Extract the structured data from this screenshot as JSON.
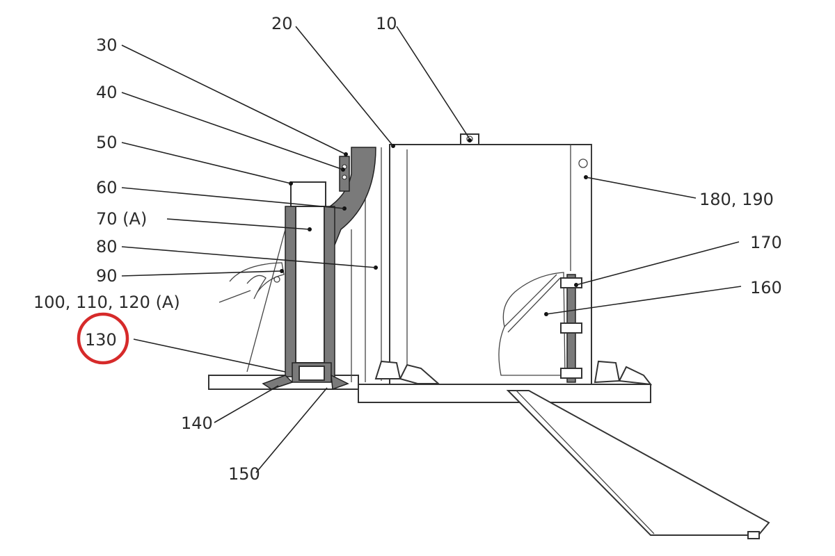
{
  "labels": {
    "l10": "10",
    "l20": "20",
    "l30": "30",
    "l40": "40",
    "l50": "50",
    "l60": "60",
    "l70": "70 (A)",
    "l80": "80",
    "l90": "90",
    "l100": "100, 110, 120 (A)",
    "l130": "130",
    "l140": "140",
    "l150": "150",
    "l160": "160",
    "l170": "170",
    "l180": "180, 190"
  },
  "colors": {
    "highlight_circle": "#d62a2a",
    "line": "#222222",
    "hatch": "#7a7a7a"
  },
  "highlighted_label": "130"
}
